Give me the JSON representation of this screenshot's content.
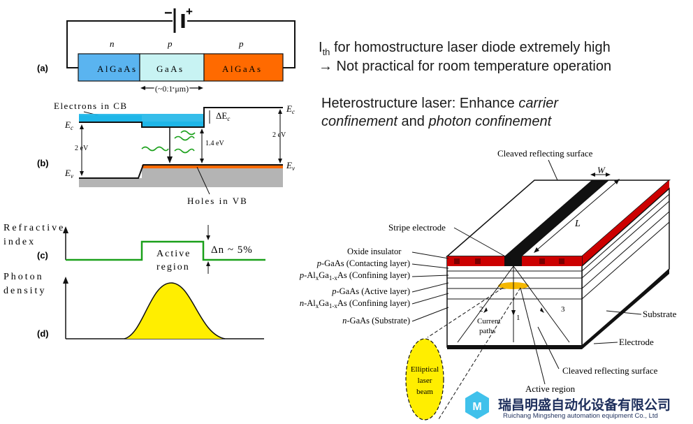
{
  "notes": {
    "line1_main": "I",
    "line1_sub": "th",
    "line1_rest": " for homostructure laser diode extremely high",
    "line2": "→ Not practical for room temperature operation",
    "line3_a": "Heterostructure laser: Enhance ",
    "line3_b": "carrier",
    "line4_a": "confinement",
    "line4_b": " and ",
    "line4_c": "photon confinement"
  },
  "panel_a": {
    "tag": "(a)",
    "minus": "−",
    "plus": "+",
    "types": [
      "n",
      "p",
      "p"
    ],
    "layers": [
      "AlGaAs",
      "GaAs",
      "AlGaAs"
    ],
    "width_label": "(~0.1 μm)"
  },
  "panel_b": {
    "tag": "(b)",
    "electrons_label": "Electrons in CB",
    "holes_label": "Holes in VB",
    "ec_left": "E",
    "ec_left_sub": "c",
    "ev_left": "E",
    "ev_left_sub": "v",
    "ec_right": "E",
    "ec_right_sub": "c",
    "ev_right": "E",
    "ev_right_sub": "v",
    "delta_ec": "ΔE",
    "delta_ec_sub": "c",
    "gap_left": "2 eV",
    "gap_mid": "1.4 eV",
    "gap_right": "2 eV"
  },
  "panel_c": {
    "tag": "(c)",
    "ylabel_1": "Refractive",
    "ylabel_2": "index",
    "active_1": "Active",
    "active_2": "region",
    "delta_n": "Δn ~ 5%"
  },
  "panel_d": {
    "tag": "(d)",
    "ylabel_1": "Photon",
    "ylabel_2": "density"
  },
  "device": {
    "cleaved_top": "Cleaved reflecting surface",
    "w": "W",
    "l": "L",
    "stripe": "Stripe electrode",
    "oxide": "Oxide insulator",
    "l1": "p-GaAs (Contacting layer)",
    "l2": "p-AlxGa1-xAs (Confining layer)",
    "l3": "p-GaAs (Active layer)",
    "l4": "n-AlxGa1-xAs (Confining layer)",
    "l5": "n-GaAs (Substrate)",
    "substrate": "Substrate",
    "electrode": "Electrode",
    "cleaved_bottom": "Cleaved reflecting surface",
    "current": "Current",
    "paths": "paths",
    "path_nums": [
      "1",
      "2",
      "3"
    ],
    "beam_1": "Elliptical",
    "beam_2": "laser",
    "beam_3": "beam",
    "active_region": "Active region"
  },
  "watermark": {
    "cn": "瑞昌明盛自动化设备有限公司",
    "en": "Ruichang Mingsheng automation equipment Co., Ltd"
  },
  "colors": {
    "cyan": "#5ab4f0",
    "light_cyan": "#c8f3f3",
    "orange": "#ff6a00",
    "green": "#1aa01a",
    "yellow": "#ffee00",
    "red": "#cc0000",
    "cb_blue": "#1fb6e8"
  }
}
